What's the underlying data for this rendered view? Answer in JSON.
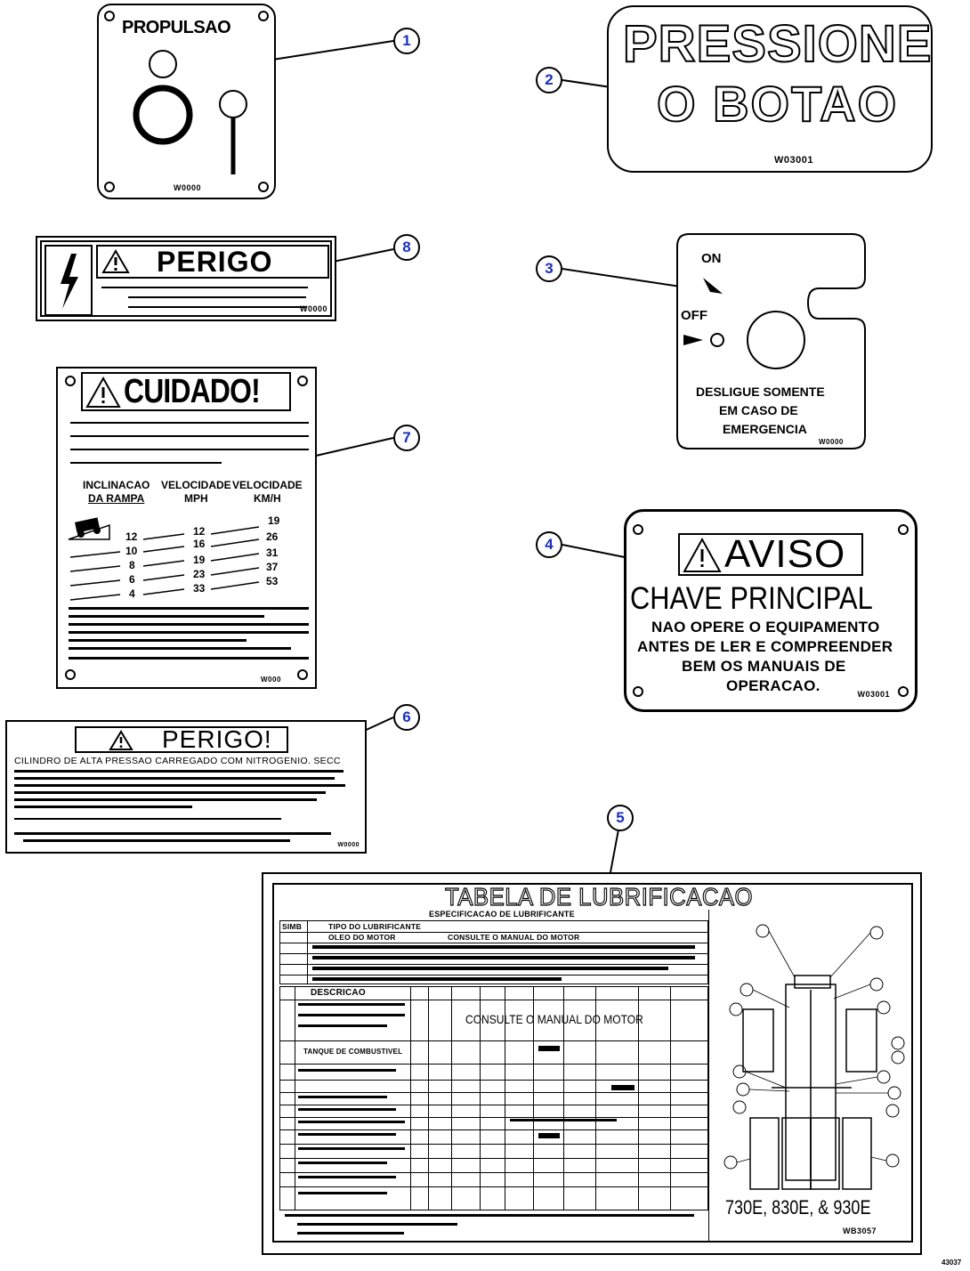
{
  "callouts": [
    "1",
    "2",
    "3",
    "4",
    "5",
    "6",
    "7",
    "8"
  ],
  "decal1": {
    "title": "PROPULSAO",
    "part_number": "W0000"
  },
  "decal2": {
    "line1": "PRESSIONE",
    "line2": "O BOTAO",
    "part_number": "W03001"
  },
  "decal3": {
    "on": "ON",
    "off": "OFF",
    "line1": "DESLIGUE SOMENTE",
    "line2": "EM CASO DE",
    "line3": "EMERGENCIA",
    "part_number": "W0000"
  },
  "decal4": {
    "heading": "AVISO",
    "line1": "CHAVE PRINCIPAL",
    "line2": "NAO OPERE O EQUIPAMENTO",
    "line3": "ANTES DE LER E COMPREENDER",
    "line4": "BEM OS MANUAIS DE",
    "line5": "OPERACAO.",
    "part_number": "W03001"
  },
  "decal5": {
    "title": "TABELA DE LUBRIFICACAO",
    "subtitle": "ESPECIFICACAO DE LUBRIFICANTE",
    "col_symbol": "SIMB",
    "col_type": "TIPO DO LUBRIFICANTE",
    "spec_rows": [
      "OLEO DO MOTOR",
      "CONSULTE O MANUAL DO MOTOR"
    ],
    "col_desc": "DESCRICAO",
    "note_engine": "CONSULTE O MANUAL DO MOTOR",
    "fuel_tank": "TANQUE DE COMBUSTIVEL",
    "models": "730E, 830E, & 930E",
    "part_number": "WB3057"
  },
  "decal6": {
    "heading": "PERIGO!",
    "line1": "CILINDRO DE ALTA PRESSAO CARREGADO COM NITROGENIO. SECC",
    "part_number": "W0000"
  },
  "decal7": {
    "heading": "CUIDADO!",
    "col1a": "INCLINACAO",
    "col1b": "DA RAMPA",
    "col2a": "VELOCIDADE",
    "col2b": "MPH",
    "col3a": "VELOCIDADE",
    "col3b": "KM/H",
    "grades": [
      "12",
      "10",
      "8",
      "6",
      "4"
    ],
    "mph": [
      "12",
      "16",
      "19",
      "23",
      "33"
    ],
    "kmh": [
      "19",
      "26",
      "31",
      "37",
      "53"
    ],
    "part_number": "W000"
  },
  "decal8": {
    "heading": "PERIGO",
    "part_number": "W0000"
  },
  "sheet_id": "43037"
}
